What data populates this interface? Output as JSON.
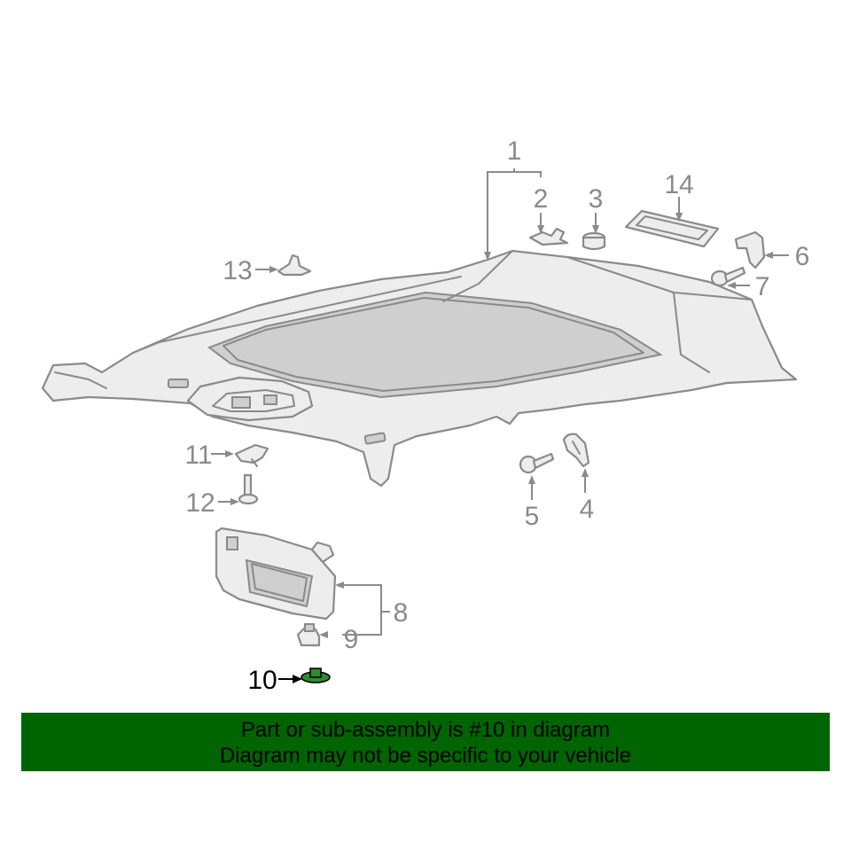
{
  "highlight_color": "#2e8b2e",
  "banner": {
    "background": "#006400",
    "line1": "Part or sub-assembly is #10 in diagram",
    "line2": "Diagram may not be specific to your vehicle"
  },
  "callouts": {
    "c1": "1",
    "c2": "2",
    "c3": "3",
    "c4": "4",
    "c5": "5",
    "c6": "6",
    "c7": "7",
    "c8": "8",
    "c9": "9",
    "c10": "10",
    "c11": "11",
    "c12": "12",
    "c13": "13",
    "c14": "14"
  },
  "highlighted_part": "10"
}
